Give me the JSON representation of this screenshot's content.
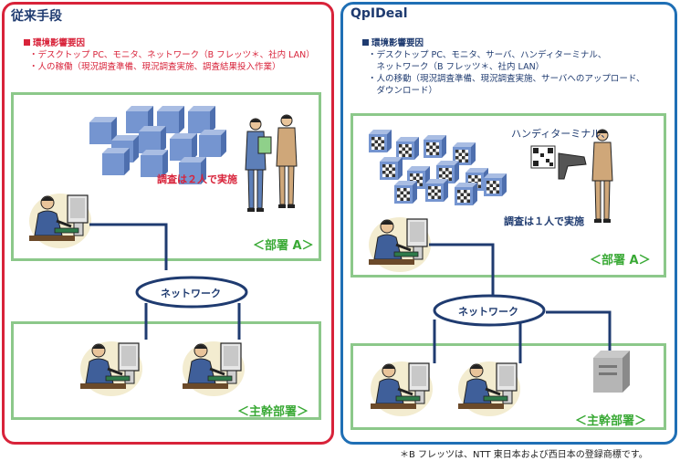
{
  "left": {
    "title": "従来手段",
    "bullet_head": "環境影響要因",
    "bullets": [
      "・デスクトップ PC、モニタ、ネットワーク（B フレッツ＊、社内 LAN）",
      "・人の稼働（現況調査準備、現況調査実施、調査結果投入作業）"
    ],
    "note": "調査は２人で実施",
    "dept_a": "＜部署 A＞",
    "network": "ネットワーク",
    "main_dept": "＜主幹部署＞"
  },
  "right": {
    "title": "QpIDeal",
    "bullet_head": "環境影響要因",
    "bullets": [
      "・デスクトップ PC、モニタ、サーバ、ハンディターミナル、",
      "　ネットワーク（B フレッツ＊、社内 LAN）",
      "・人の移動（現況調査準備、現況調査実施、サーバへのアップロード、",
      "　ダウンロード）"
    ],
    "handy_label": "ハンディターミナル、",
    "note": "調査は１人で実施",
    "dept_a": "＜部署 A＞",
    "network": "ネットワーク",
    "main_dept": "＜主幹部署＞"
  },
  "footnote": "＊B フレッツは、NTT 東日本および西日本の登録商標です。",
  "colors": {
    "left_border": "#d8233a",
    "right_border": "#1f6fb5",
    "green_box": "#8cc88a",
    "dept_label": "#39a935",
    "network_line": "#1f3b70",
    "cube": "#6f8fc9"
  }
}
